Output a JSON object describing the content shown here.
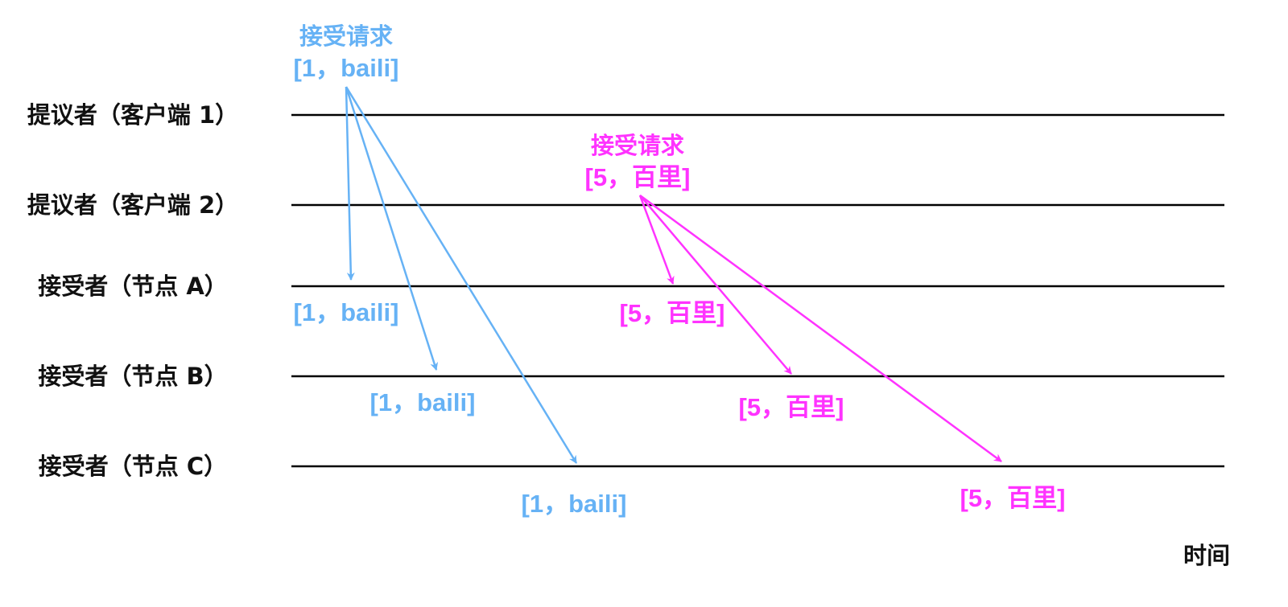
{
  "colors": {
    "lane": "#000000",
    "text": "#111111",
    "client1": "#66b2f5",
    "client2": "#ff33ff"
  },
  "lanes": [
    {
      "label": "提议者（客户端 1）"
    },
    {
      "label": "提议者（客户端 2）"
    },
    {
      "label": "接受者（节点 A）"
    },
    {
      "label": "接受者（节点 B）"
    },
    {
      "label": "接受者（节点 C）"
    }
  ],
  "time_label": "时间",
  "proposals": [
    {
      "title": "接受请求",
      "value": "[1，baili]",
      "color": "#66b2f5",
      "deliveries": [
        {
          "target": "接受者（节点 A）",
          "label": "[1，baili]"
        },
        {
          "target": "接受者（节点 B）",
          "label": "[1，baili]"
        },
        {
          "target": "接受者（节点 C）",
          "label": "[1，baili]"
        }
      ]
    },
    {
      "title": "接受请求",
      "value": "[5，百里]",
      "color": "#ff33ff",
      "deliveries": [
        {
          "target": "接受者（节点 A）",
          "label": "[5，百里]"
        },
        {
          "target": "接受者（节点 B）",
          "label": "[5，百里]"
        },
        {
          "target": "接受者（节点 C）",
          "label": "[5，百里]"
        }
      ]
    }
  ]
}
